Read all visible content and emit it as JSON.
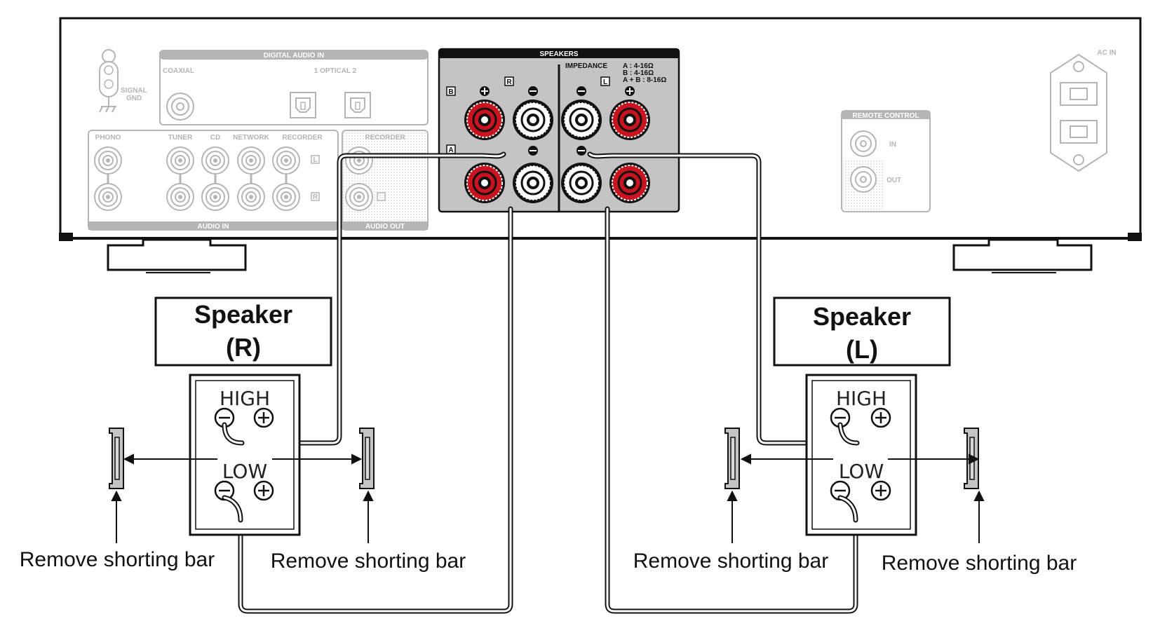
{
  "panel": {
    "signal_gnd": [
      "SIGNAL",
      "GND"
    ],
    "digital_audio_in": "DIGITAL AUDIO IN",
    "coaxial": "COAXIAL",
    "optical": "1   OPTICAL   2",
    "inputs": [
      "PHONO",
      "TUNER",
      "CD",
      "NETWORK",
      "RECORDER"
    ],
    "audio_in": "AUDIO IN",
    "recorder_out": "RECORDER",
    "audio_out": "AUDIO OUT",
    "channel_l": "L",
    "channel_r": "R",
    "speakers": "SPEAKERS",
    "impedance_label": "IMPEDANCE",
    "impedance_lines": [
      "A     : 4-16Ω",
      "B     : 4-16Ω",
      "A + B : 8-16Ω"
    ],
    "speaker_a": "A",
    "speaker_b": "B",
    "remote_control": "REMOTE CONTROL",
    "remote_in": "IN",
    "remote_out": "OUT",
    "ac_in": "AC IN"
  },
  "speakers": {
    "right": {
      "title": "Speaker",
      "channel": "(R)",
      "high": "HIGH",
      "low": "LOW"
    },
    "left": {
      "title": "Speaker",
      "channel": "(L)",
      "high": "HIGH",
      "low": "LOW"
    }
  },
  "captions": {
    "remove_1": "Remove shorting bar",
    "remove_2": "Remove shorting bar",
    "remove_3": "Remove shorting bar",
    "remove_4": "Remove shorting bar"
  },
  "colors": {
    "terminal_red": "#c8141e",
    "panel_gray": "#c4c4c4",
    "outline_gray": "#b5b5b5"
  }
}
